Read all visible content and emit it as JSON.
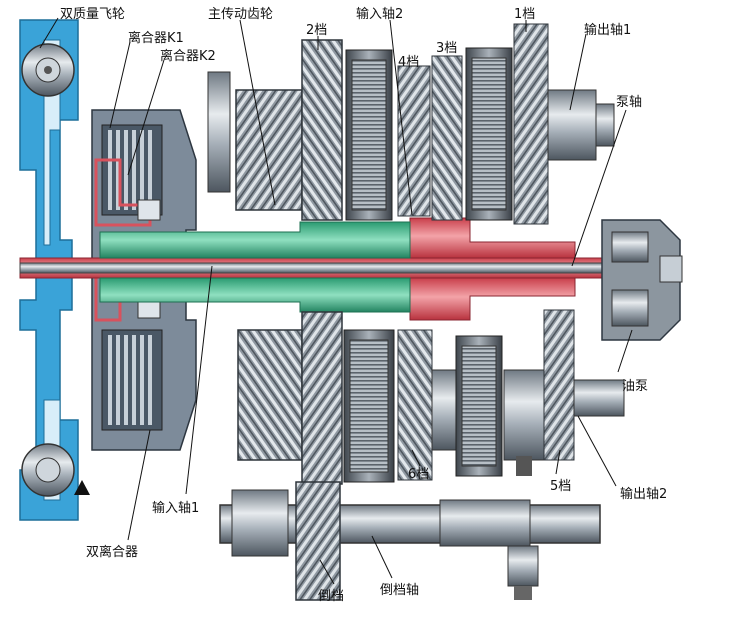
{
  "diagram": {
    "labels": {
      "dual_mass_flywheel": "双质量飞轮",
      "clutch_k1": "离合器K1",
      "clutch_k2": "离合器K2",
      "main_drive_gear": "主传动齿轮",
      "gear_2": "2档",
      "input_shaft_2": "输入轴2",
      "gear_1": "1档",
      "output_shaft_1": "输出轴1",
      "gear_4": "4档",
      "gear_3": "3档",
      "pump_shaft": "泵轴",
      "oil_pump": "油泵",
      "input_shaft_1": "输入轴1",
      "gear_6": "6档",
      "gear_5": "5档",
      "output_shaft_2": "输出轴2",
      "dual_clutch": "双离合器",
      "reverse_gear": "倒档",
      "reverse_shaft": "倒档轴"
    },
    "colors": {
      "input_shaft_1": "#e05a64",
      "input_shaft_2": "#3cb58a",
      "oil_circuit": "#3aa3d8",
      "metal": "#9aa4ae",
      "clutch_housing": "#6f7f91"
    }
  }
}
